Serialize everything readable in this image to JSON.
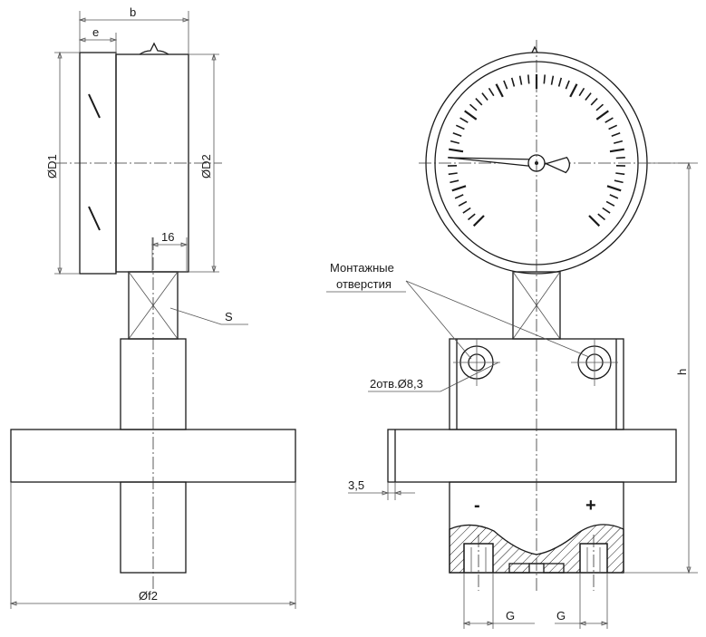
{
  "labels": {
    "b": "b",
    "e": "e",
    "d1": "ØD1",
    "d2": "ØD2",
    "sixteen": "16",
    "s": "S",
    "f2": "Øf2",
    "mount_line1": "Монтажные",
    "mount_line2": "отверстия",
    "holes": "2отв.Ø8,3",
    "h": "h",
    "three_five": "3,5",
    "minus": "-",
    "plus": "+",
    "g_left": "G",
    "g_right": "G"
  },
  "dial": {
    "tick_count": 50,
    "needle_fraction": 0.18
  },
  "colors": {
    "line": "#1a1a1a",
    "thin": "#555555",
    "hatch": "#1a1a1a"
  }
}
